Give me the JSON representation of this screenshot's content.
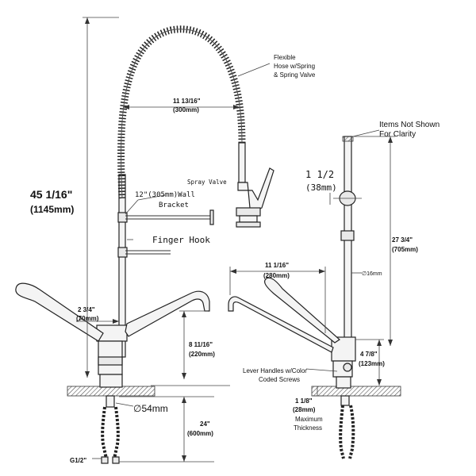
{
  "labels": {
    "flexible_hose": [
      "Flexible",
      "Hose w/Spring",
      "& Spring Valve"
    ],
    "hose_width_in": "11 13/16\"",
    "hose_width_mm": "(300mm)",
    "spray_valve": "Spray Valve",
    "total_height_in": "45 1/16\"",
    "total_height_mm": "(1145mm)",
    "wall_bracket": [
      "12\"(305mm)Wall",
      "Bracket"
    ],
    "finger_hook": "Finger Hook",
    "spout_offset_in": "2 3/4\"",
    "spout_offset_mm": "(70mm)",
    "spout_height_in": "8 11/16\"",
    "spout_height_mm": "(220mm)",
    "diameter": "∅54mm",
    "shank_in": "24\"",
    "shank_mm": "(600mm)",
    "inlet": "G1/2\"",
    "items_not_shown": [
      "Items Not Shown",
      "For Clarity"
    ],
    "bracket_spacing_in": "1  1/2",
    "bracket_spacing_mm": "(38mm)",
    "column_height_in": "27 3/4\"",
    "column_height_mm": "(705mm)",
    "spout_reach_in": "11 1/16\"",
    "spout_reach_mm": "(280mm)",
    "pipe_diameter": "∅16mm",
    "lever_handles": [
      "Lever Handles w/Color",
      "Coded Screws"
    ],
    "body_height_in": "4 7/8\"",
    "body_height_mm": "(123mm)",
    "thickness_in": "1 1/8\"",
    "thickness_mm": "(28mm)",
    "thickness_note": [
      "Maximum",
      "Thickness"
    ]
  }
}
